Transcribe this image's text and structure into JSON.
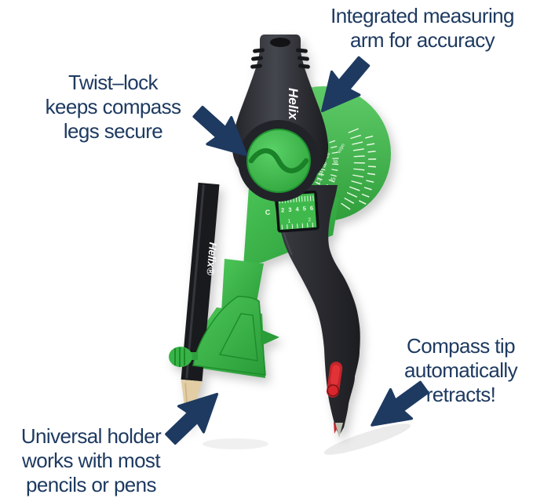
{
  "palette": {
    "navy": "#1e3a61",
    "green": "#3fbf4c",
    "green_dark": "#1f8c2c",
    "dark_plastic": "#303238",
    "red": "#d0262c",
    "wood": "#e2cda4",
    "print_white": "#eefbea",
    "background": "#ffffff"
  },
  "callouts": {
    "measuring_arm": {
      "lines": [
        "Integrated measuring",
        "arm for accuracy"
      ]
    },
    "twist_lock": {
      "lines": [
        "Twist–lock",
        "keeps compass",
        "legs secure"
      ]
    },
    "compass_tip": {
      "lines": [
        "Compass tip",
        "automatically",
        "retracts!"
      ]
    },
    "universal_holder": {
      "lines": [
        "Universal holder",
        "works with most",
        "pencils or pens"
      ]
    }
  },
  "product": {
    "brand_head": "Helix",
    "brand_pencil": "Helix®",
    "arm_scale": {
      "unit_cm": "cm",
      "unit_in": "in/po",
      "cm_numbers": [
        "16",
        "15",
        "14",
        "13",
        "12"
      ],
      "in_numbers": [
        "6",
        "5"
      ]
    },
    "leg_scale": {
      "unit": "C",
      "cm_row": "2 3 4 5 6",
      "in_numbers": [
        "1",
        "2"
      ]
    }
  }
}
